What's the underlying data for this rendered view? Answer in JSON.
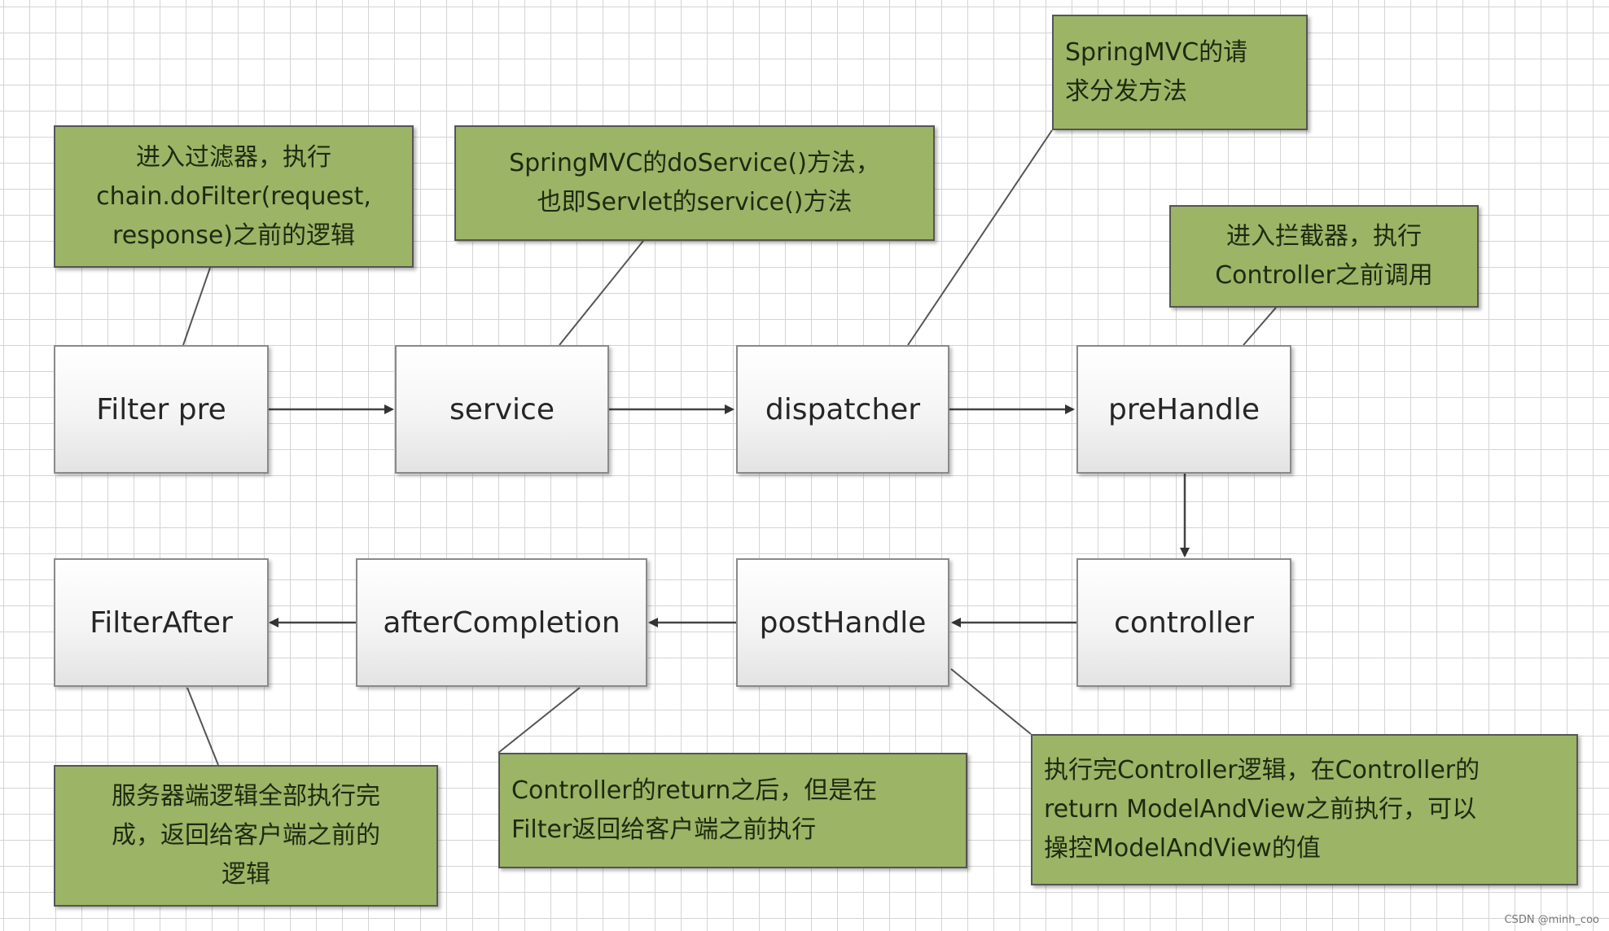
{
  "nodes": {
    "filter_pre": "Filter pre",
    "service": "service",
    "dispatcher": "dispatcher",
    "prehandle": "preHandle",
    "controller": "controller",
    "posthandle": "postHandle",
    "aftercompletion": "afterCompletion",
    "filterafter": "FilterAfter"
  },
  "notes": {
    "filter_pre": "进入过滤器，执行\nchain.doFilter(request,\nresponse)之前的逻辑",
    "service": "SpringMVC的doService()方法，\n也即Servlet的service()方法",
    "dispatcher": "SpringMVC的请\n求分发方法",
    "prehandle": "进入拦截器，执行\nController之前调用",
    "filterafter": "服务器端逻辑全部执行完\n成，返回给客户端之前的\n逻辑",
    "aftercompletion": "Controller的return之后，但是在\nFilter返回给客户端之前执行",
    "posthandle": "执行完Controller逻辑，在Controller的\nreturn ModelAndView之前执行，可以\n操控ModelAndView的值"
  },
  "watermark": "CSDN @minh_coo",
  "colors": {
    "note_fill": "#9bb466",
    "node_fill": "#f4f4f4",
    "connector": "#555555"
  }
}
